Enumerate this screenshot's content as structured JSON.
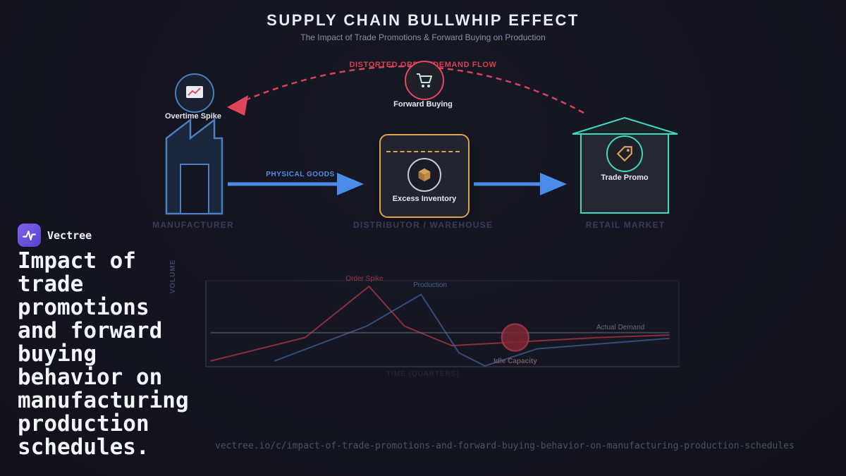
{
  "header": {
    "title": "SUPPLY CHAIN BULLWHIP EFFECT",
    "subtitle": "The Impact of Trade Promotions & Forward Buying on Production"
  },
  "diagram": {
    "flow_label": "DISTORTED ORDER/DEMAND FLOW",
    "physical_goods_label": "PHYSICAL GOODS",
    "nodes": {
      "overtime": {
        "label": "Overtime Spike"
      },
      "forward_buying": {
        "label": "Forward Buying"
      },
      "excess_inventory": {
        "label": "Excess Inventory"
      },
      "trade_promo": {
        "label": "Trade Promo"
      }
    },
    "sections": {
      "manufacturer": "MANUFACTURER",
      "distributor": "DISTRIBUTOR / WAREHOUSE",
      "retail": "RETAIL MARKET"
    }
  },
  "chart_data": {
    "type": "line",
    "title": "",
    "xlabel": "TIME (QUARTERS)",
    "ylabel": "VOLUME",
    "x_range": [
      0,
      10
    ],
    "y_range": [
      0,
      100
    ],
    "grid": false,
    "legend_position": "inline-annotations",
    "series": [
      {
        "name": "Order Spike",
        "color": "#b13545",
        "opacity": 0.75,
        "x": [
          0.1,
          2.1,
          3.45,
          4.2,
          5.2,
          8.3,
          9.8
        ],
        "y": [
          7,
          36,
          99,
          50,
          26,
          36,
          39
        ]
      },
      {
        "name": "Production",
        "color": "#3f5f99",
        "opacity": 0.75,
        "x": [
          1.45,
          3.4,
          4.55,
          5.35,
          5.9,
          7.0,
          9.8
        ],
        "y": [
          7,
          50,
          89,
          17,
          1,
          22,
          35
        ]
      },
      {
        "name": "Actual Demand",
        "color": "#767c90",
        "opacity": 0.45,
        "x": [
          0.1,
          9.8
        ],
        "y": [
          42,
          42
        ]
      }
    ],
    "annotations": [
      {
        "label": "Idle Capacity",
        "x": 6.54,
        "y": 36
      }
    ]
  },
  "brand": {
    "name": "Vectree"
  },
  "headline": {
    "text": "Impact of\ntrade\npromotions\nand forward\nbuying\nbehavior on\nmanufacturing\nproduction\nschedules."
  },
  "footer": {
    "url": "vectree.io/c/impact-of-trade-promotions-and-forward-buying-behavior-on-manufacturing-production-schedules"
  },
  "colors": {
    "accent_blue": "#4a8de8",
    "accent_red": "#e04556",
    "accent_orange": "#dca44c",
    "accent_teal": "#3fd9bd",
    "brand_purple": "#6c52e8"
  }
}
